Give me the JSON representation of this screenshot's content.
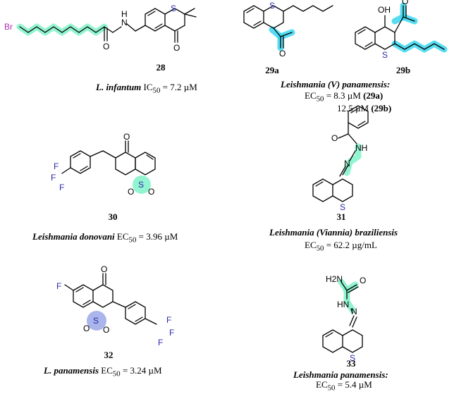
{
  "compounds": [
    {
      "id": "28",
      "organism": "L. infantum",
      "metric": "IC",
      "sub": "50",
      "value": " = 7.2 µM"
    },
    {
      "id_a": "29a",
      "id_b": "29b",
      "organism": "Leishmania (V) panamensis:",
      "metric": "EC",
      "sub": "50",
      "value_a": " = 8.3 µM ",
      "ref_a": "(29a)",
      "value_b": "12.5 µM ",
      "ref_b": "(29b)"
    },
    {
      "id": "30",
      "organism": "Leishmania donovani",
      "metric": " EC",
      "sub": "50",
      "value": " = 3.96 µM"
    },
    {
      "id": "31",
      "organism": "Leishmania (Viannia) braziliensis",
      "metric": "EC",
      "sub": "50",
      "value": " = 62.2 µg/mL"
    },
    {
      "id": "32",
      "organism": "L. panamensis",
      "metric": " EC",
      "sub": "50",
      "value": " = 3.24 µM"
    },
    {
      "id": "33",
      "organism": "Leishmania panamensis:",
      "metric": "EC",
      "sub": "50",
      "value": " = 5.4 µM"
    }
  ],
  "atoms": {
    "br": "Br",
    "s": "S",
    "o": "O",
    "oh": "OH",
    "h": "H",
    "n": "N",
    "nh": "NH",
    "hn": "HN",
    "f": "F",
    "h2n": "H2N"
  },
  "colors": {
    "highlight_green": "#7ff2c8",
    "highlight_cyan": "#3ad6f0",
    "highlight_blue": "#9aa8e8",
    "sulfur": "#2a2aa8",
    "bromine": "#b030b0"
  }
}
